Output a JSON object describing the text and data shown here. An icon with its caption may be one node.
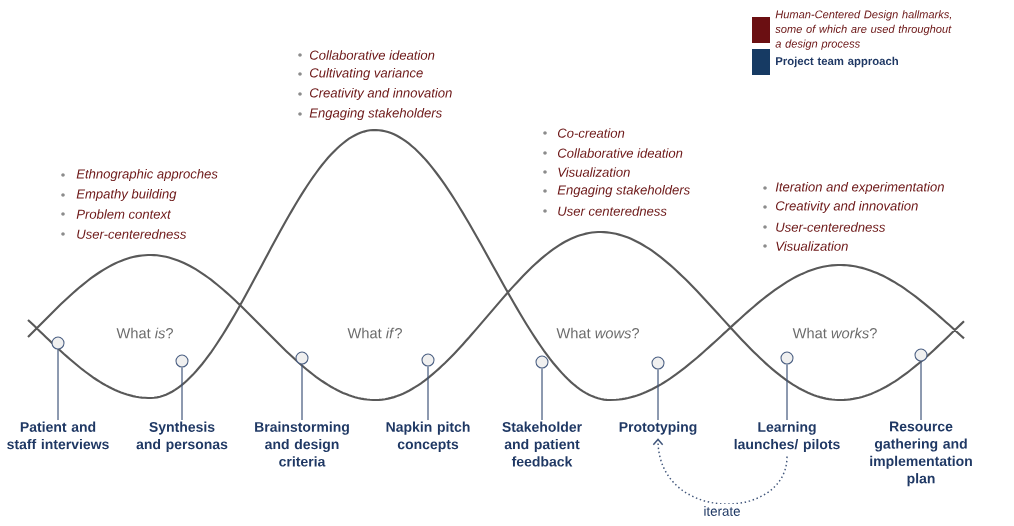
{
  "diagram": {
    "nodes": [
      {
        "text": [],
        "shape": "circle"
      },
      {
        "text": [],
        "shape": "circle"
      },
      {
        "text": [],
        "shape": "circle"
      },
      {
        "text": [],
        "shape": "circle"
      },
      {
        "text": [],
        "shape": "circle"
      },
      {
        "text": [],
        "shape": "circle"
      },
      {
        "text": [],
        "shape": "circle"
      },
      {
        "text": [],
        "shape": "circle"
      },
      {
        "text": [
          "Patient and staff interviews"
        ]
      },
      {
        "text": [
          "Synthesis and personas"
        ]
      },
      {
        "text": [
          "Brainstorming and design criteria"
        ]
      },
      {
        "text": [
          "Napkin pitch concepts"
        ]
      },
      {
        "text": [
          "Stakeholder and patient feedback"
        ]
      },
      {
        "text": [
          "Prototyping"
        ]
      },
      {
        "text": [
          "Learning launches/ pilots"
        ]
      },
      {
        "text": [
          "Resource gathering and implementation plan"
        ]
      }
    ],
    "edges": [
      {
        "from": 0,
        "to": 8,
        "arrow": "none"
      },
      {
        "from": 1,
        "to": 9,
        "arrow": "none"
      },
      {
        "from": 2,
        "to": 10,
        "arrow": "none"
      },
      {
        "from": 3,
        "to": 11,
        "arrow": "none"
      },
      {
        "from": 4,
        "to": 12,
        "arrow": "none"
      },
      {
        "from": 5,
        "to": 13,
        "arrow": "none"
      },
      {
        "from": 6,
        "to": 14,
        "arrow": "none"
      },
      {
        "from": 7,
        "to": 15,
        "arrow": "none"
      },
      {
        "from": 14,
        "to": 13,
        "arrow": "to",
        "label": "iterate",
        "style": "dashed"
      }
    ],
    "labels": [
      "Collaborative ideation",
      "Cultivating variance",
      "Creativity and innovation",
      "Engaging stakeholders",
      "Co-creation",
      "Collaborative ideation",
      "Visualization",
      "Engaging stakeholders",
      "User centeredness",
      "Ethnographic approches",
      "Empathy building",
      "Problem context",
      "User-centeredness",
      "Iteration and experimentation",
      "Creativity and innovation",
      "User-centeredness",
      "Visualization",
      "What *is*?",
      "What *if*?",
      "What *wows*?",
      "What *works*?"
    ],
    "legend": [
      {
        "text": "Human-Centered Design hallmarks, some of which are used throughout a design process",
        "color": "#6b0f12"
      },
      {
        "text": "Project team approach",
        "color": "#163a63"
      }
    ]
  }
}
